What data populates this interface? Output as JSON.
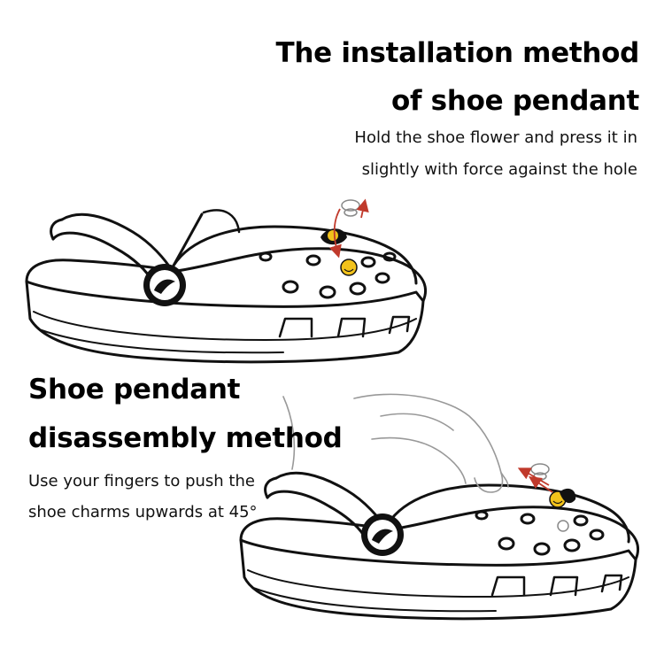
{
  "installation": {
    "title_line1": "The installation method",
    "title_line2": "of shoe pendant",
    "desc_line1": "Hold the shoe flower and press it in",
    "desc_line2": "slightly with force against the hole"
  },
  "disassembly": {
    "title_line1": "Shoe pendant",
    "title_line2": "disassembly method",
    "desc_line1": "Use your fingers to push the",
    "desc_line2": "shoe charms  upwards at 45°"
  },
  "colors": {
    "charm_yellow": "#f2c21b",
    "arrow_red": "#c0392b"
  },
  "icons": [
    "crocodile-logo-badge-icon",
    "smiley-charm-icon",
    "arrow-icon"
  ]
}
